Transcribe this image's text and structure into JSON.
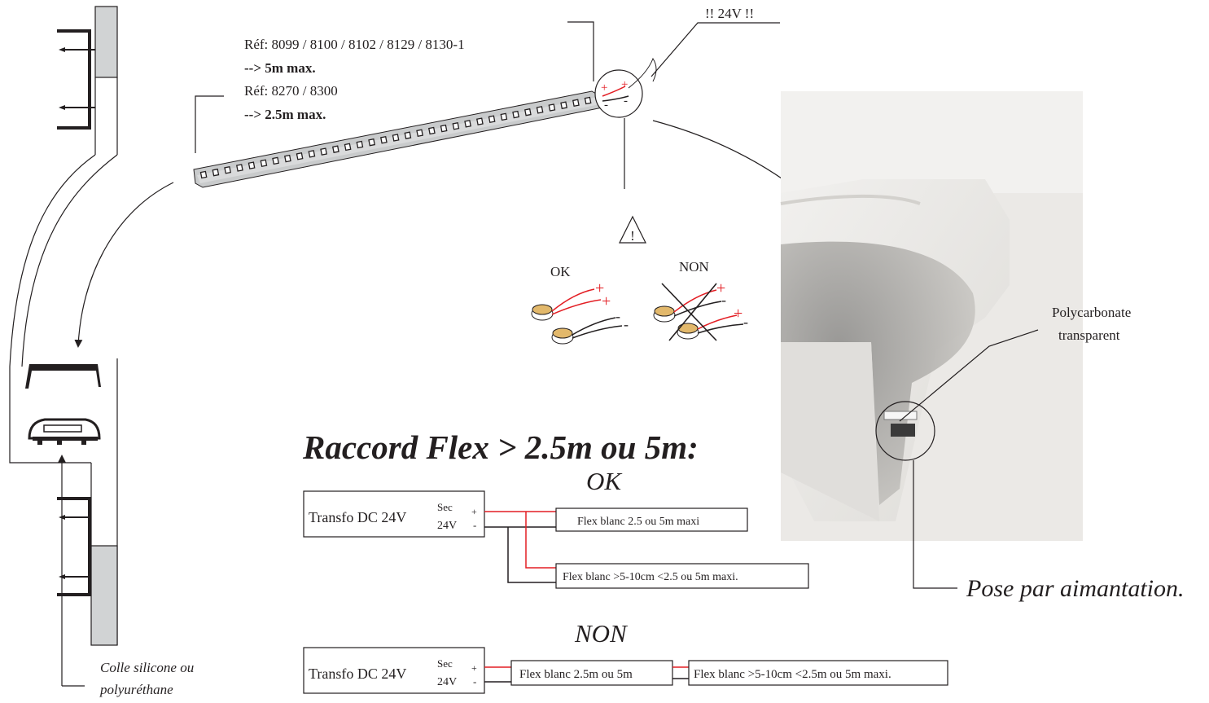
{
  "strip": {
    "ref1": "Réf: 8099 / 8100 / 8102 / 8129 / 8130-1",
    "max1": "--> 5m max.",
    "ref2": "Réf: 8270 / 8300",
    "max2": "--> 2.5m max.",
    "voltage_warning": "!! 24V !!",
    "plus": "+",
    "minus": "-"
  },
  "polarity": {
    "ok_label": "OK",
    "non_label": "NON",
    "warning_symbol": "!"
  },
  "photo": {
    "polycarbonate_line1": "Polycarbonate",
    "polycarbonate_line2": "transparent",
    "pose_label": "Pose par aimantation."
  },
  "profile": {
    "glue_line1": "Colle silicone ou",
    "glue_line2": "polyuréthane"
  },
  "wiring": {
    "title": "Raccord Flex > 2.5m ou 5m:",
    "ok_label": "OK",
    "non_label": "NON",
    "transfo_label": "Transfo DC 24V",
    "sec_label": "Sec",
    "v24_label": "24V",
    "plus": "+",
    "minus": "-",
    "ok_flex1": "Flex blanc 2.5 ou 5m maxi",
    "ok_flex2": "Flex blanc >5-10cm <2.5 ou 5m maxi.",
    "non_flex1": "Flex blanc 2.5m ou 5m",
    "non_flex2": "Flex blanc >5-10cm <2.5m ou 5m maxi."
  },
  "colors": {
    "line": "#231f20",
    "wire_red": "#e31e24",
    "strip_grey": "#c9cbcc",
    "wall_grey": "#d1d3d4",
    "pad_gold": "#e2b86b",
    "photo_bg": "#e9e7e3"
  }
}
